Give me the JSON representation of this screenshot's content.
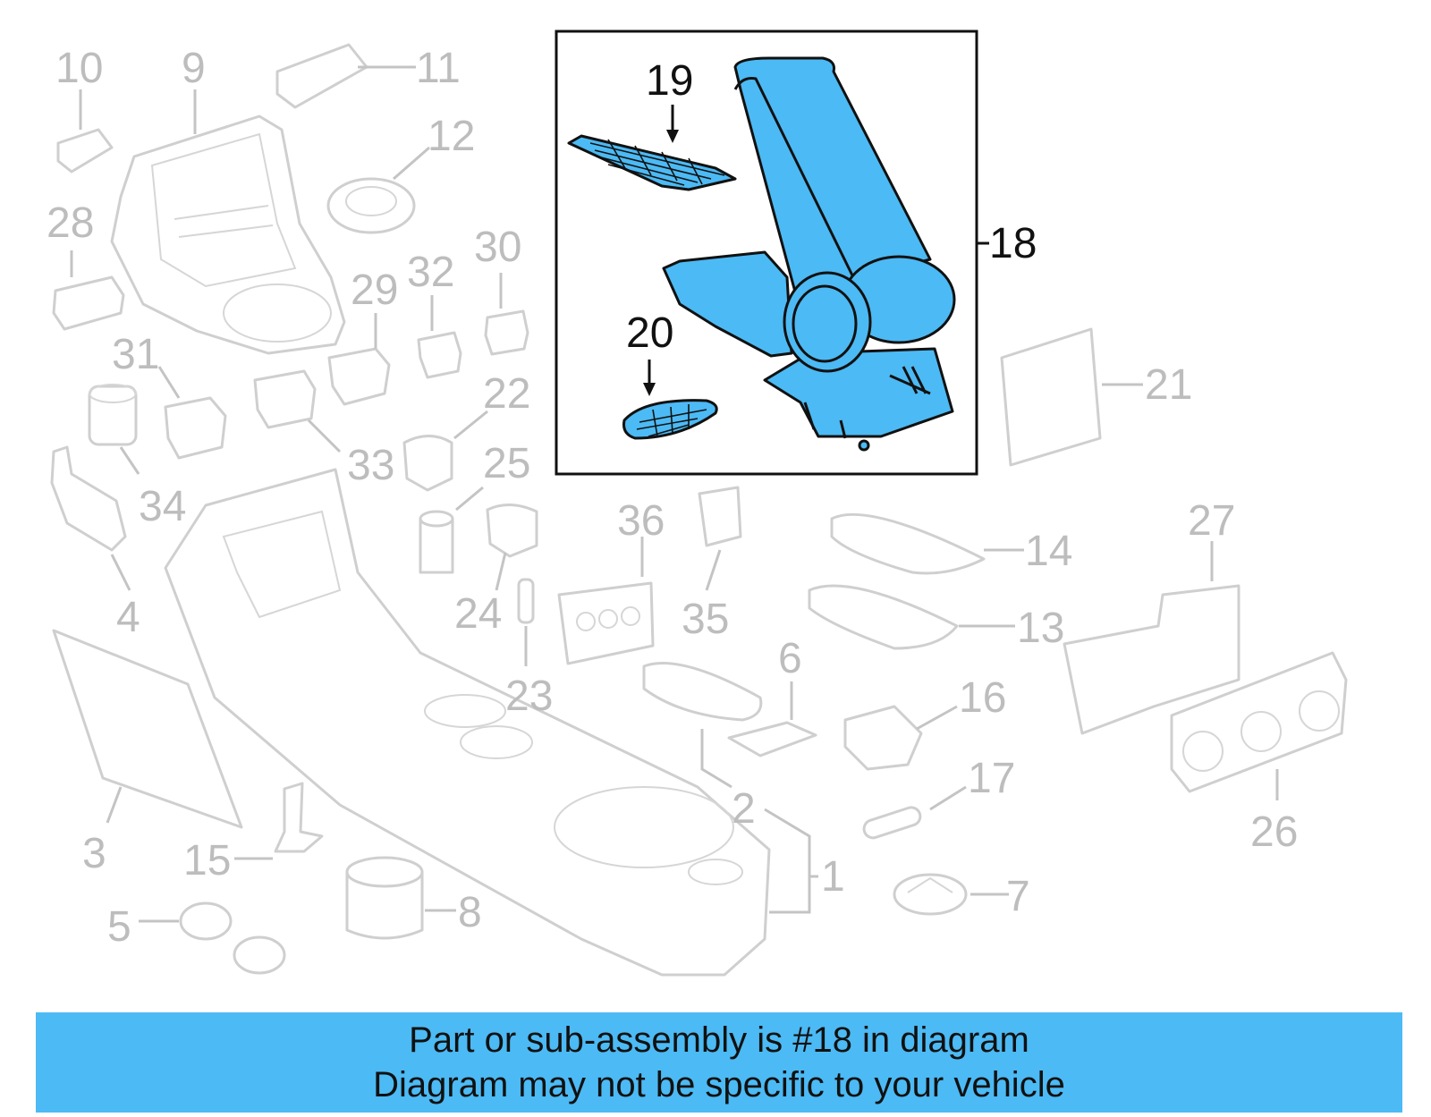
{
  "diagram": {
    "highlighted_part": "18",
    "highlight_color": "#4cbaf4",
    "callouts_ghost": [
      "1",
      "2",
      "3",
      "4",
      "5",
      "6",
      "7",
      "8",
      "9",
      "10",
      "11",
      "12",
      "13",
      "14",
      "15",
      "16",
      "17",
      "21",
      "22",
      "23",
      "24",
      "25",
      "26",
      "27",
      "28",
      "29",
      "30",
      "31",
      "32",
      "33",
      "34",
      "35",
      "36"
    ],
    "callouts_highlight": [
      "18",
      "19",
      "20"
    ]
  },
  "banner": {
    "line1": "Part or sub-assembly is #18 in diagram",
    "line2": "Diagram may not be specific to your vehicle",
    "color": "#4cbaf4"
  }
}
